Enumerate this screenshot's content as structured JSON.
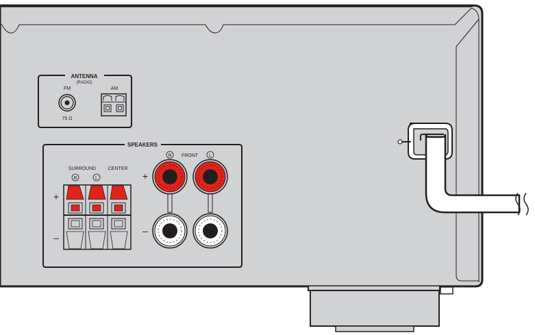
{
  "antenna": {
    "title": "ANTENNA",
    "subtitle": "(RADIO)",
    "fm_label": "FM",
    "fm_impedance": "75 Ω",
    "am_label": "AM"
  },
  "speakers": {
    "title": "SPEAKERS",
    "surround_label": "SURROUND",
    "center_label": "CENTER",
    "front_label": "FRONT",
    "right_mark": "R",
    "left_mark": "L",
    "plus": "+",
    "minus": "–"
  },
  "colors": {
    "panel": "#d1d2d4",
    "outline": "#231f20",
    "terminal_red": "#e2231a",
    "background": "#ffffff"
  }
}
